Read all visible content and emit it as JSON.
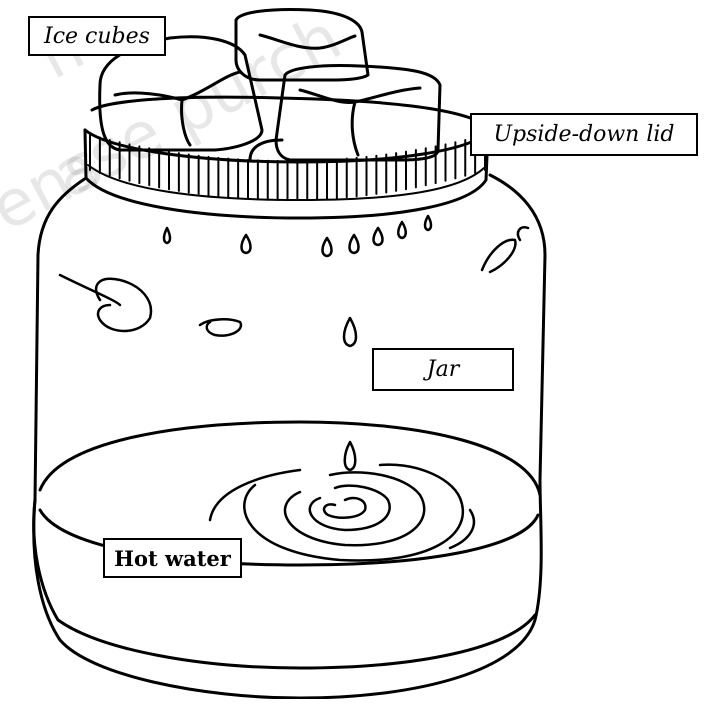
{
  "labels": {
    "ice_cubes": "Ice cubes",
    "upside_down_lid": "Upside-down lid",
    "jar": "Jar",
    "hot_water": "Hot water"
  },
  "watermark": [
    "m",
    "ase purch",
    "ens"
  ],
  "colors": {
    "ink": "#000000",
    "background": "#ffffff"
  }
}
